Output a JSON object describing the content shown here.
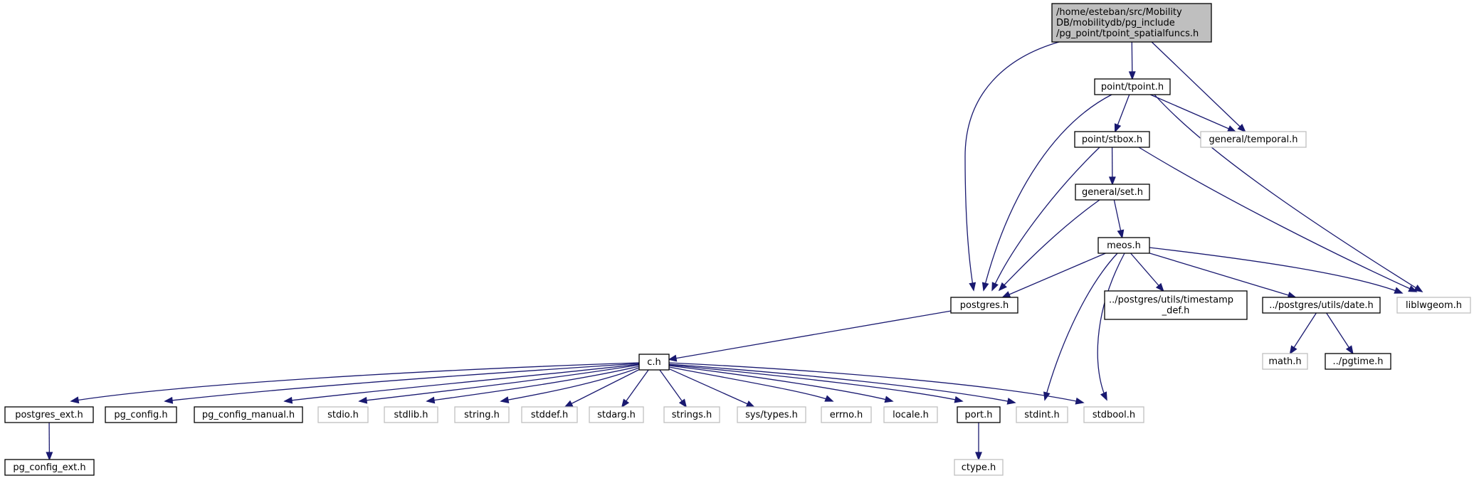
{
  "graph": {
    "colors": {
      "edge": "#191970",
      "node_border": "#000000",
      "external_border": "#bfbfbf",
      "root_fill": "#bfbfbf"
    },
    "nodes": [
      {
        "id": "root",
        "kind": "root",
        "lines": [
          "/home/esteban/src/Mobility",
          "DB/mobilitydb/pg_include",
          "/pg_point/tpoint_spatialfuncs.h"
        ]
      },
      {
        "id": "point_tpoint",
        "kind": "normal",
        "lines": [
          "point/tpoint.h"
        ]
      },
      {
        "id": "general_temporal",
        "kind": "external",
        "lines": [
          "general/temporal.h"
        ]
      },
      {
        "id": "point_stbox",
        "kind": "normal",
        "lines": [
          "point/stbox.h"
        ]
      },
      {
        "id": "general_set",
        "kind": "normal",
        "lines": [
          "general/set.h"
        ]
      },
      {
        "id": "meos",
        "kind": "normal",
        "lines": [
          "meos.h"
        ]
      },
      {
        "id": "postgres",
        "kind": "normal",
        "lines": [
          "postgres.h"
        ]
      },
      {
        "id": "timestamp_def",
        "kind": "normal",
        "lines": [
          "../postgres/utils/timestamp",
          "_def.h"
        ]
      },
      {
        "id": "date",
        "kind": "normal",
        "lines": [
          "../postgres/utils/date.h"
        ]
      },
      {
        "id": "liblwgeom",
        "kind": "external",
        "lines": [
          "liblwgeom.h"
        ]
      },
      {
        "id": "math",
        "kind": "external",
        "lines": [
          "math.h"
        ]
      },
      {
        "id": "pgtime",
        "kind": "normal",
        "lines": [
          "../pgtime.h"
        ]
      },
      {
        "id": "c",
        "kind": "normal",
        "lines": [
          "c.h"
        ]
      },
      {
        "id": "postgres_ext",
        "kind": "normal",
        "lines": [
          "postgres_ext.h"
        ]
      },
      {
        "id": "pg_config",
        "kind": "normal",
        "lines": [
          "pg_config.h"
        ]
      },
      {
        "id": "pg_config_manual",
        "kind": "normal",
        "lines": [
          "pg_config_manual.h"
        ]
      },
      {
        "id": "stdio",
        "kind": "external",
        "lines": [
          "stdio.h"
        ]
      },
      {
        "id": "stdlib",
        "kind": "external",
        "lines": [
          "stdlib.h"
        ]
      },
      {
        "id": "string",
        "kind": "external",
        "lines": [
          "string.h"
        ]
      },
      {
        "id": "stddef",
        "kind": "external",
        "lines": [
          "stddef.h"
        ]
      },
      {
        "id": "stdarg",
        "kind": "external",
        "lines": [
          "stdarg.h"
        ]
      },
      {
        "id": "strings",
        "kind": "external",
        "lines": [
          "strings.h"
        ]
      },
      {
        "id": "sys_types",
        "kind": "external",
        "lines": [
          "sys/types.h"
        ]
      },
      {
        "id": "errno",
        "kind": "external",
        "lines": [
          "errno.h"
        ]
      },
      {
        "id": "locale",
        "kind": "external",
        "lines": [
          "locale.h"
        ]
      },
      {
        "id": "port",
        "kind": "normal",
        "lines": [
          "port.h"
        ]
      },
      {
        "id": "stdint",
        "kind": "external",
        "lines": [
          "stdint.h"
        ]
      },
      {
        "id": "stdbool",
        "kind": "external",
        "lines": [
          "stdbool.h"
        ]
      },
      {
        "id": "pg_config_ext",
        "kind": "normal",
        "lines": [
          "pg_config_ext.h"
        ]
      },
      {
        "id": "ctype",
        "kind": "external",
        "lines": [
          "ctype.h"
        ]
      }
    ],
    "edges": [
      [
        "root",
        "point_tpoint"
      ],
      [
        "root",
        "general_temporal"
      ],
      [
        "root",
        "postgres"
      ],
      [
        "point_tpoint",
        "general_temporal"
      ],
      [
        "point_tpoint",
        "point_stbox"
      ],
      [
        "point_tpoint",
        "postgres"
      ],
      [
        "point_tpoint",
        "liblwgeom"
      ],
      [
        "point_stbox",
        "general_set"
      ],
      [
        "point_stbox",
        "postgres"
      ],
      [
        "point_stbox",
        "liblwgeom"
      ],
      [
        "general_set",
        "meos"
      ],
      [
        "general_set",
        "postgres"
      ],
      [
        "meos",
        "postgres"
      ],
      [
        "meos",
        "timestamp_def"
      ],
      [
        "meos",
        "date"
      ],
      [
        "meos",
        "liblwgeom"
      ],
      [
        "meos",
        "stdint"
      ],
      [
        "meos",
        "stdbool"
      ],
      [
        "date",
        "math"
      ],
      [
        "date",
        "pgtime"
      ],
      [
        "postgres",
        "c"
      ],
      [
        "c",
        "postgres_ext"
      ],
      [
        "c",
        "pg_config"
      ],
      [
        "c",
        "pg_config_manual"
      ],
      [
        "c",
        "stdio"
      ],
      [
        "c",
        "stdlib"
      ],
      [
        "c",
        "string"
      ],
      [
        "c",
        "stddef"
      ],
      [
        "c",
        "stdarg"
      ],
      [
        "c",
        "strings"
      ],
      [
        "c",
        "sys_types"
      ],
      [
        "c",
        "errno"
      ],
      [
        "c",
        "locale"
      ],
      [
        "c",
        "port"
      ],
      [
        "c",
        "stdint"
      ],
      [
        "c",
        "stdbool"
      ],
      [
        "postgres_ext",
        "pg_config_ext"
      ],
      [
        "port",
        "ctype"
      ]
    ]
  }
}
